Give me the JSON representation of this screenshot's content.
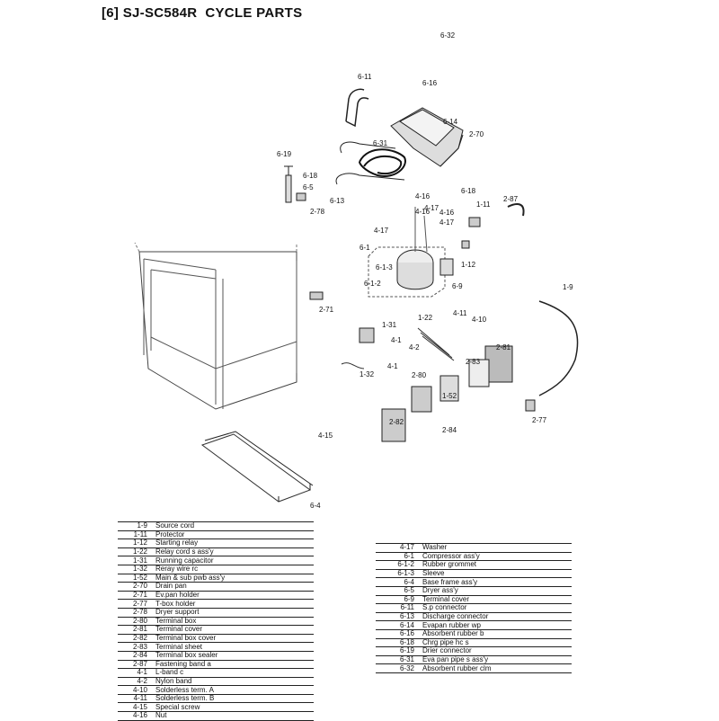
{
  "title": "[6] SJ-SC584R  CYCLE PARTS",
  "callouts": [
    "6-32",
    "6-16",
    "6-11",
    "6-14",
    "2-70",
    "6-31",
    "6-19",
    "6-18",
    "6-5",
    "2-78",
    "6-13",
    "6-18",
    "2-87",
    "4-16",
    "4-17",
    "4-16",
    "1-11",
    "4-17",
    "4-16",
    "4-17",
    "6-1",
    "6-1-3",
    "1-12",
    "6-1-2",
    "6-9",
    "1-9",
    "2-71",
    "1-22",
    "4-11",
    "4-10",
    "1-31",
    "4-1",
    "4-2",
    "2-81",
    "1-32",
    "4-1",
    "2-80",
    "1-52",
    "2-83",
    "2-82",
    "2-77",
    "2-84",
    "4-15",
    "6-4"
  ],
  "parts_left": [
    {
      "code": "1-9",
      "name": "Source cord"
    },
    {
      "code": "1-11",
      "name": "Protector"
    },
    {
      "code": "1-12",
      "name": "Starting relay"
    },
    {
      "code": "1-22",
      "name": "Relay cord s ass'y"
    },
    {
      "code": "1-31",
      "name": "Running capacitor"
    },
    {
      "code": "1-32",
      "name": "Reray wire rc"
    },
    {
      "code": "1-52",
      "name": "Main & sub pwb ass'y"
    },
    {
      "code": "2-70",
      "name": "Drain pan"
    },
    {
      "code": "2-71",
      "name": "Ev.pan holder"
    },
    {
      "code": "2-77",
      "name": "T-box holder"
    },
    {
      "code": "2-78",
      "name": "Dryer support"
    },
    {
      "code": "2-80",
      "name": "Terminal box"
    },
    {
      "code": "2-81",
      "name": "Terminal cover"
    },
    {
      "code": "2-82",
      "name": "Terminal box cover"
    },
    {
      "code": "2-83",
      "name": "Terminal sheet"
    },
    {
      "code": "2-84",
      "name": "Terminal box sealer"
    },
    {
      "code": "2-87",
      "name": "Fastening band a"
    },
    {
      "code": "4-1",
      "name": "L-band c"
    },
    {
      "code": "4-2",
      "name": "Nylon band"
    },
    {
      "code": "4-10",
      "name": "Solderless term. A"
    },
    {
      "code": "4-11",
      "name": "Solderless term. B"
    },
    {
      "code": "4-15",
      "name": "Special screw"
    },
    {
      "code": "4-16",
      "name": "Nut"
    }
  ],
  "parts_right": [
    {
      "code": "4-17",
      "name": "Washer"
    },
    {
      "code": "6-1",
      "name": "Compressor ass'y"
    },
    {
      "code": "6-1-2",
      "name": "Rubber grommet"
    },
    {
      "code": "6-1-3",
      "name": "Sleeve"
    },
    {
      "code": "6-4",
      "name": "Base frame ass'y"
    },
    {
      "code": "6-5",
      "name": "Dryer ass'y"
    },
    {
      "code": "6-9",
      "name": "Terminal cover"
    },
    {
      "code": "6-11",
      "name": "S.p connector"
    },
    {
      "code": "6-13",
      "name": "Discharge connector"
    },
    {
      "code": "6-14",
      "name": "Evapan rubber wp"
    },
    {
      "code": "6-16",
      "name": "Absorbent rubber b"
    },
    {
      "code": "6-18",
      "name": "Chrg pipe hc s"
    },
    {
      "code": "6-19",
      "name": "Drier connector"
    },
    {
      "code": "6-31",
      "name": "Eva pan pipe s ass'y"
    },
    {
      "code": "6-32",
      "name": "Absorbent rubber clm"
    }
  ]
}
